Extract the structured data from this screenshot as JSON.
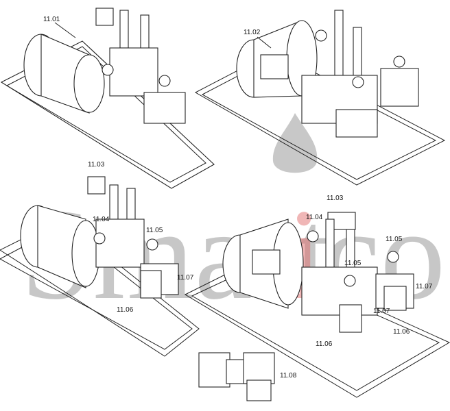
{
  "watermark": {
    "text_left": "Smart",
    "text_i": "i",
    "text_right": "co",
    "gray": "#9a9a9a",
    "accent": "#e06060"
  },
  "assemblies": [
    {
      "name": "top-left",
      "labels": [
        "11.01"
      ]
    },
    {
      "name": "top-right",
      "labels": [
        "11.02"
      ]
    },
    {
      "name": "bottom-left",
      "labels": [
        "11.03",
        "11.04",
        "11.05",
        "11.07",
        "11.06"
      ]
    },
    {
      "name": "bottom-right",
      "labels": [
        "11.03",
        "11.04",
        "11.05",
        "11.05",
        "11.07",
        "11.07",
        "11.06",
        "11.06"
      ]
    },
    {
      "name": "part",
      "labels": [
        "11.08"
      ]
    }
  ]
}
